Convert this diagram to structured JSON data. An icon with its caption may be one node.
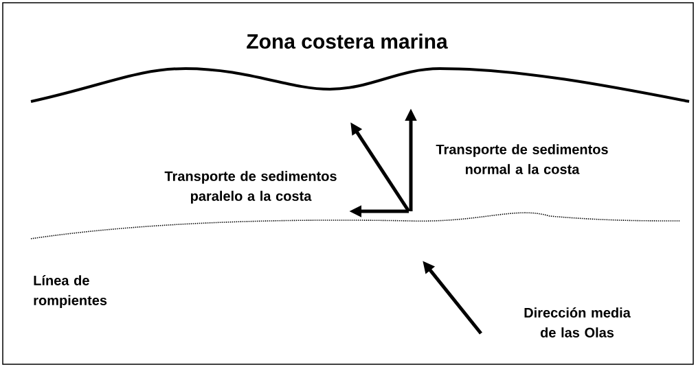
{
  "diagram": {
    "title": "Zona costera marina",
    "labels": [
      "Transporte de sedimentos paralelo a la costa",
      "Transporte de sedimentos normal a la costa",
      "Línea de rompientes",
      "Dirección media de las Olas"
    ]
  }
}
